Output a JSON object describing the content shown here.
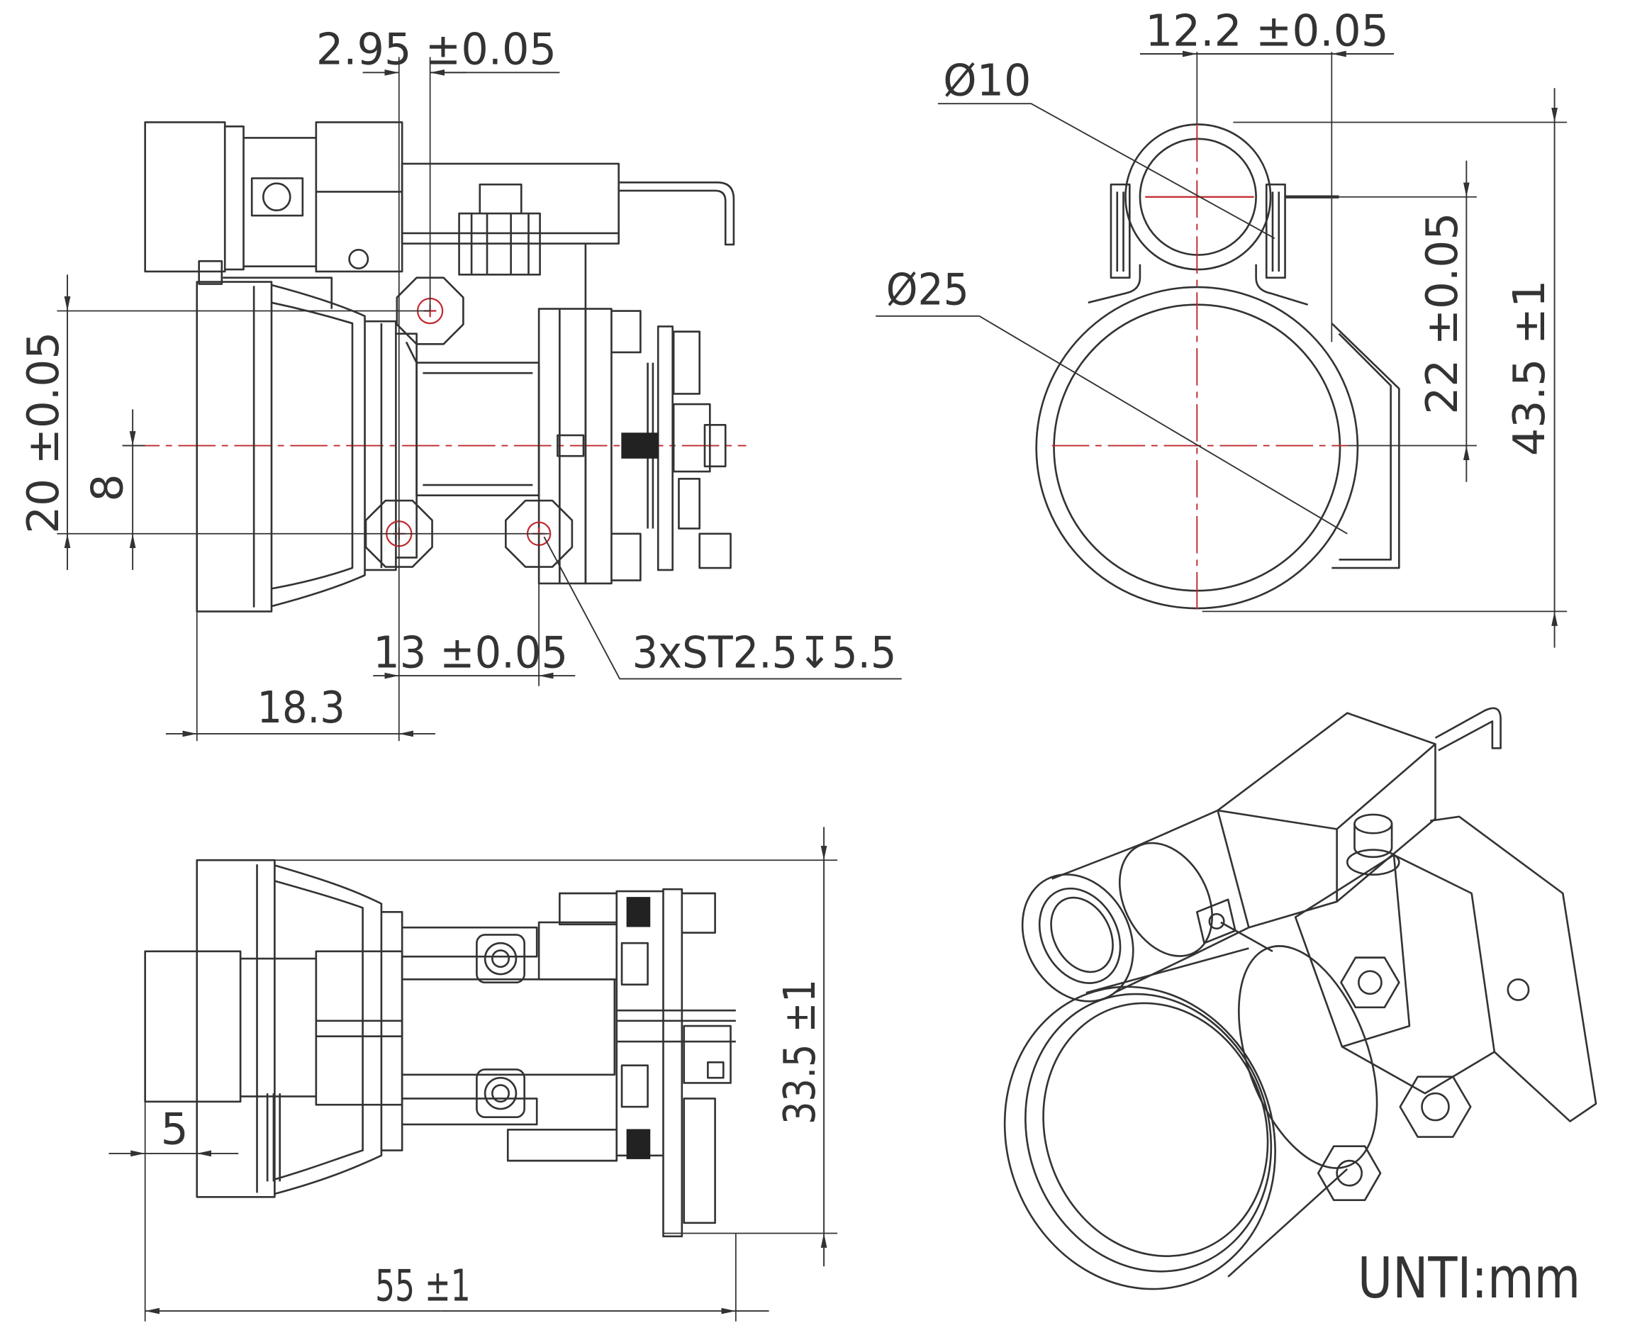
{
  "side_view": {
    "dim_offset": "2.95 ±0.05",
    "dim_height": "20 ±0.05",
    "dim_center": "8",
    "dim_hole_pitch": "13 ±0.05",
    "screw_note": "3xST2.5↧5.5",
    "dim_length": "18.3"
  },
  "front_view": {
    "dim_width": "12.2 ±0.05",
    "dia_small": "Ø10",
    "dia_large": "Ø25",
    "dim_axis_offset": "22 ±0.05",
    "dim_height": "43.5 ±1"
  },
  "top_view": {
    "dim_step": "5",
    "dim_width": "33.5 ±1",
    "dim_length": "55 ±1"
  },
  "unit_note": "UNTI:mm",
  "colors": {
    "outline": "#333333",
    "centerline": "#c0282d",
    "background": "#ffffff"
  }
}
